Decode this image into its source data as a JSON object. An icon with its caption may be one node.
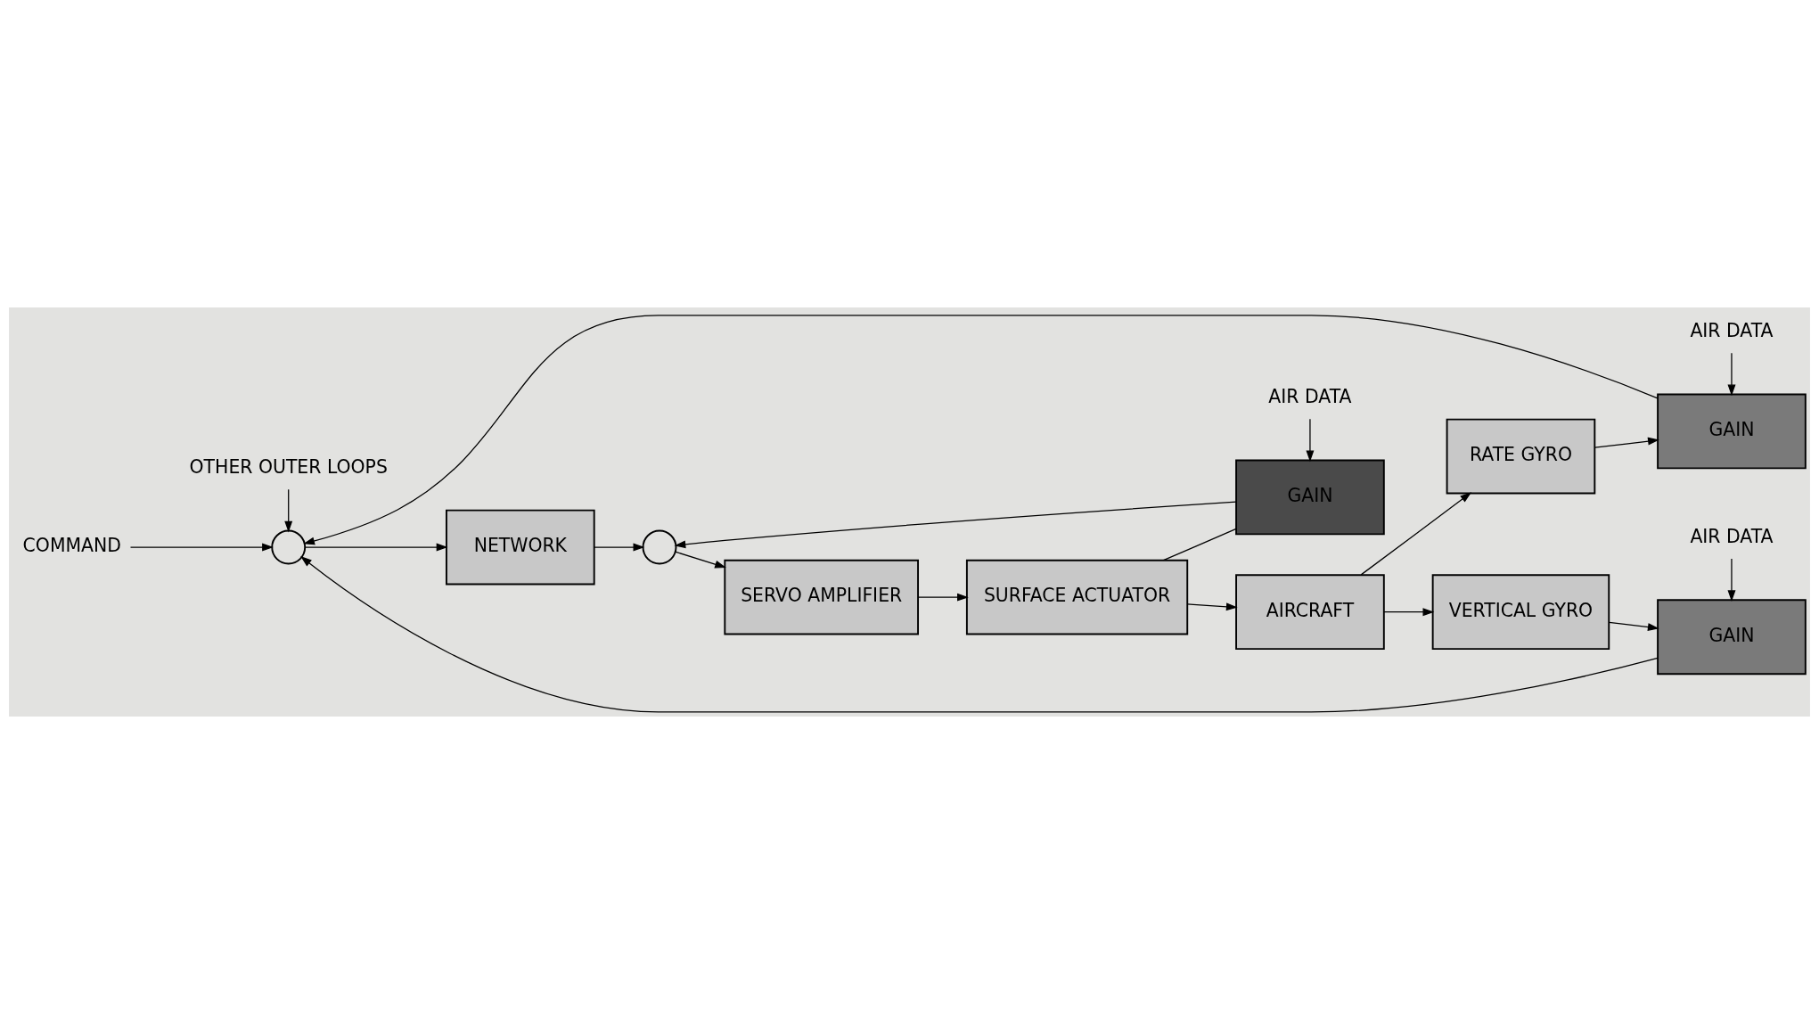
{
  "diagram": {
    "nodes": [
      {
        "text": [
          "COMMAND"
        ]
      },
      {
        "text": [
          "OTHER OUTER LOOPS"
        ]
      },
      {
        "text": [],
        "shape": "circle"
      },
      {
        "text": [
          "NETWORK"
        ]
      },
      {
        "text": [],
        "shape": "circle"
      },
      {
        "text": [
          "SERVO AMPLIFIER"
        ]
      },
      {
        "text": [
          "SURFACE ACTUATOR"
        ]
      },
      {
        "text": [
          "AIRCRAFT"
        ]
      },
      {
        "text": [
          "AIR DATA"
        ]
      },
      {
        "text": [
          "GAIN"
        ]
      },
      {
        "text": [
          "AIR DATA"
        ]
      },
      {
        "text": [
          "GAIN"
        ]
      },
      {
        "text": [
          "RATE GYRO"
        ]
      },
      {
        "text": [
          "AIR DATA"
        ]
      },
      {
        "text": [
          "GAIN"
        ]
      },
      {
        "text": [
          "VERTICAL GYRO"
        ]
      }
    ],
    "edges": [
      {
        "from": 0,
        "to": 2,
        "arrow": "to"
      },
      {
        "from": 1,
        "to": 2,
        "arrow": "to"
      },
      {
        "from": 2,
        "to": 3,
        "arrow": "to"
      },
      {
        "from": 3,
        "to": 4,
        "arrow": "to"
      },
      {
        "from": 4,
        "to": 5,
        "arrow": "to"
      },
      {
        "from": 5,
        "to": 6,
        "arrow": "to"
      },
      {
        "from": 6,
        "to": 7,
        "arrow": "to"
      },
      {
        "from": 8,
        "to": 9,
        "arrow": "to"
      },
      {
        "from": 6,
        "to": 9,
        "arrow": "none"
      },
      {
        "from": 9,
        "to": 4,
        "arrow": "to"
      },
      {
        "from": 7,
        "to": 12,
        "arrow": "to"
      },
      {
        "from": 10,
        "to": 11,
        "arrow": "to"
      },
      {
        "from": 12,
        "to": 11,
        "arrow": "to"
      },
      {
        "from": 11,
        "to": 2,
        "arrow": "to"
      },
      {
        "from": 7,
        "to": 15,
        "arrow": "to"
      },
      {
        "from": 13,
        "to": 14,
        "arrow": "to"
      },
      {
        "from": 15,
        "to": 14,
        "arrow": "to"
      },
      {
        "from": 14,
        "to": 2,
        "arrow": "to"
      }
    ]
  }
}
